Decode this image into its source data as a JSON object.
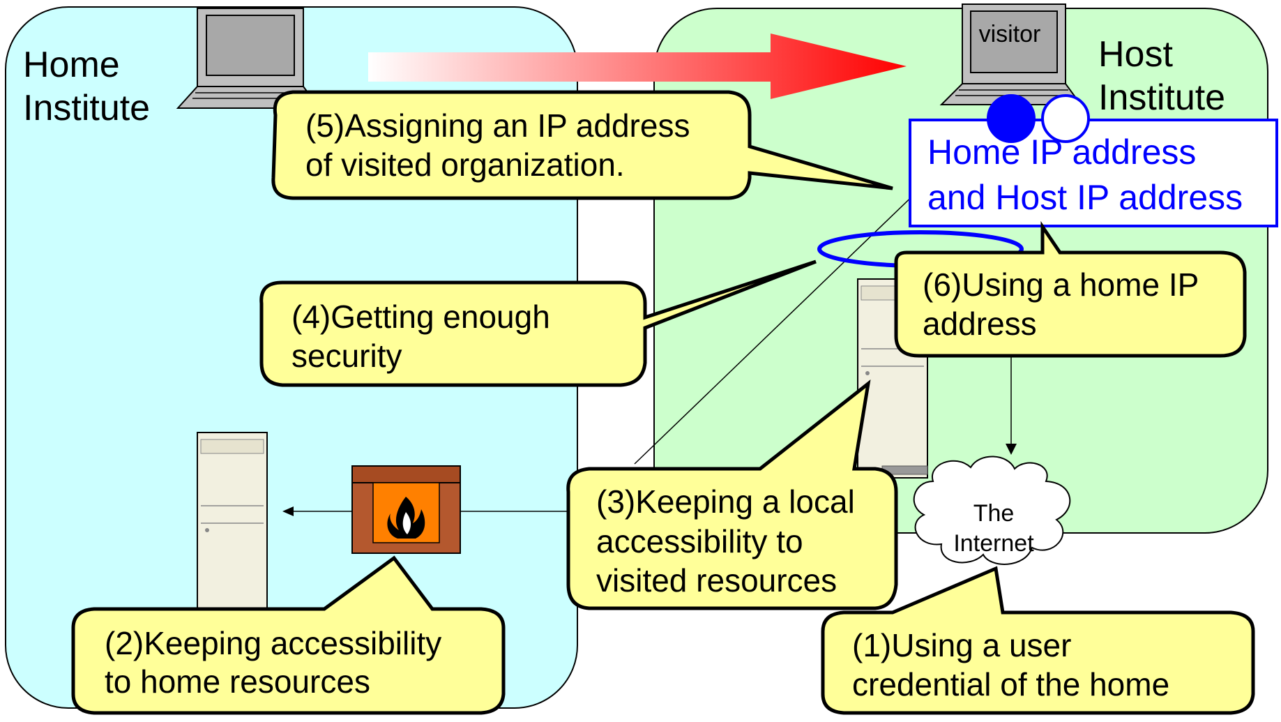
{
  "regions": {
    "home": {
      "line1": "Home",
      "line2": "Institute",
      "fill": "#ccffff"
    },
    "host": {
      "line1": "Host",
      "line2": "Institute",
      "fill": "#ccffcc"
    }
  },
  "visitor_laptop_label": "visitor",
  "address_box": {
    "line1": "Home IP address",
    "line2": "and Host IP address",
    "color": "#0000ff"
  },
  "internet_cloud": {
    "line1": "The",
    "line2": "Internet"
  },
  "callouts": {
    "c1": {
      "line1": "(1)Using a user",
      "line2": "credential of the home"
    },
    "c2": {
      "line1": "(2)Keeping accessibility",
      "line2": "to home resources"
    },
    "c3": {
      "line1": "(3)Keeping a local",
      "line2": "accessibility to",
      "line3": "visited resources"
    },
    "c4": {
      "line1": "(4)Getting enough",
      "line2": "security"
    },
    "c5": {
      "line1": "(5)Assigning an IP address",
      "line2": "of visited organization."
    },
    "c6": {
      "line1": "(6)Using a home IP",
      "line2": "address"
    },
    "fill": "#ffff99"
  },
  "icons": [
    "laptop-icon",
    "server-icon",
    "firewall-icon",
    "cloud-icon",
    "arrow-icon"
  ]
}
